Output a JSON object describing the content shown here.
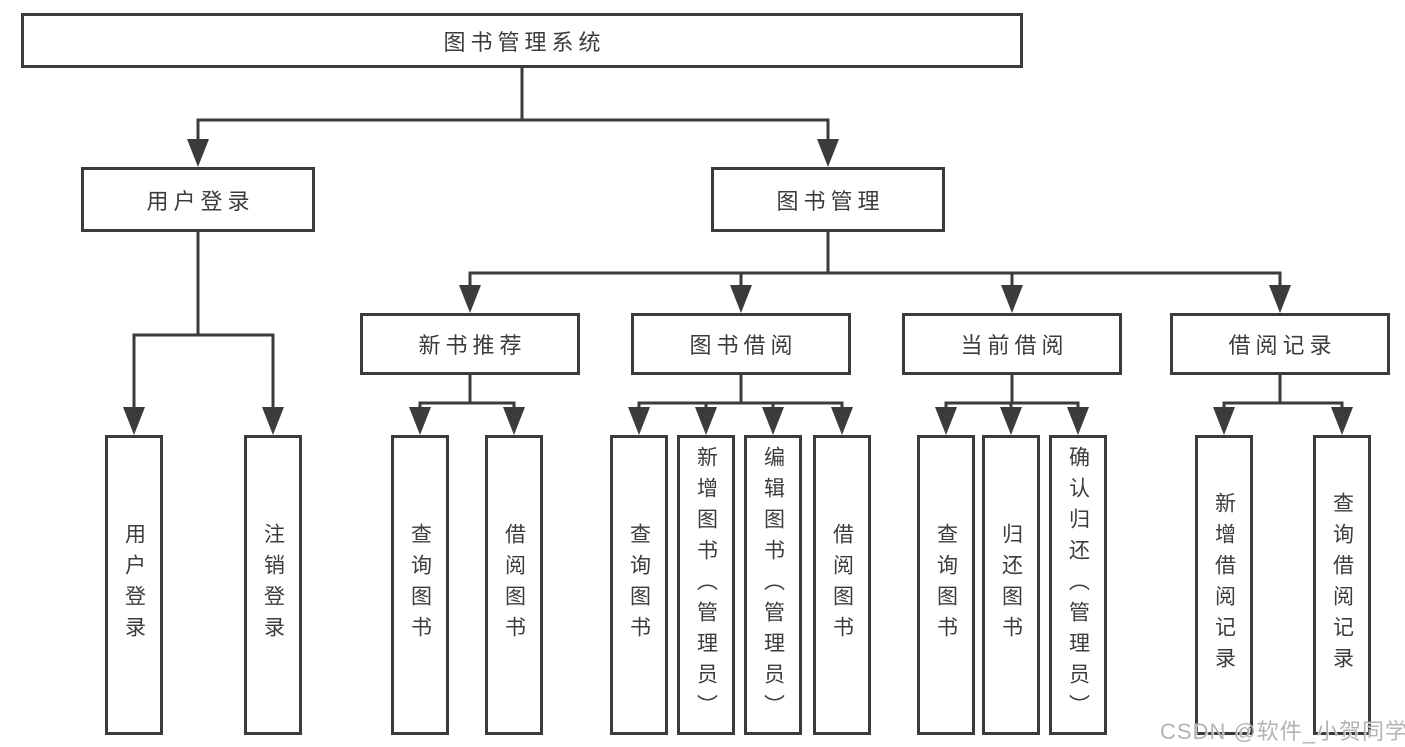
{
  "diagram": {
    "title": "图书管理系统",
    "branches": [
      {
        "label": "用户登录",
        "children": [
          {
            "label": "用户登录"
          },
          {
            "label": "注销登录"
          }
        ]
      },
      {
        "label": "图书管理",
        "children": [
          {
            "label": "新书推荐",
            "children": [
              {
                "label": "查询图书"
              },
              {
                "label": "借阅图书"
              }
            ]
          },
          {
            "label": "图书借阅",
            "children": [
              {
                "label": "查询图书"
              },
              {
                "label": "新增图书（管理员）"
              },
              {
                "label": "编辑图书（管理员）"
              },
              {
                "label": "借阅图书"
              }
            ]
          },
          {
            "label": "当前借阅",
            "children": [
              {
                "label": "查询图书"
              },
              {
                "label": "归还图书"
              },
              {
                "label": "确认归还（管理员）"
              }
            ]
          },
          {
            "label": "借阅记录",
            "children": [
              {
                "label": "新增借阅记录"
              },
              {
                "label": "查询借阅记录"
              }
            ]
          }
        ]
      }
    ]
  },
  "watermark": {
    "text": "CSDN @软件_小贺同学"
  },
  "colors": {
    "line": "#3b3b3b",
    "text": "#3c3c3c",
    "watermark": "#b3b3b3",
    "background": "#ffffff"
  }
}
